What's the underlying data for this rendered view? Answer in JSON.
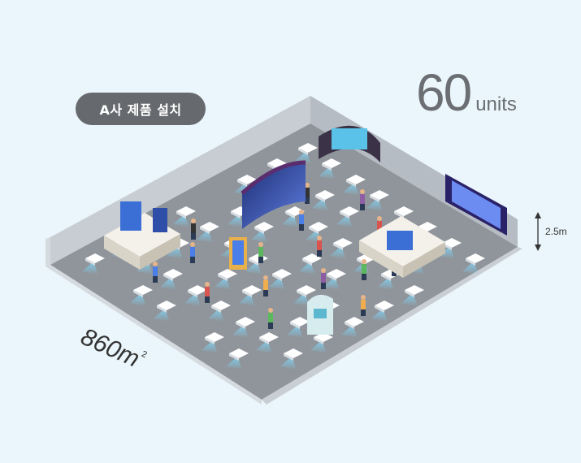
{
  "badge": {
    "label": "A사 제품 설치"
  },
  "count": {
    "value": "60",
    "unit": "units"
  },
  "height": {
    "label": "2.5m"
  },
  "area": {
    "value": "860m",
    "unit_sup": "2"
  },
  "colors": {
    "floor": "#8f959b",
    "wall": "#c4cad0",
    "badge_bg": "#666a6e",
    "beam": "#7fd3f5",
    "projector": "#ffffff"
  },
  "icons": [
    "projector-icon",
    "person-icon",
    "booth-icon",
    "height-arrow-icon"
  ]
}
